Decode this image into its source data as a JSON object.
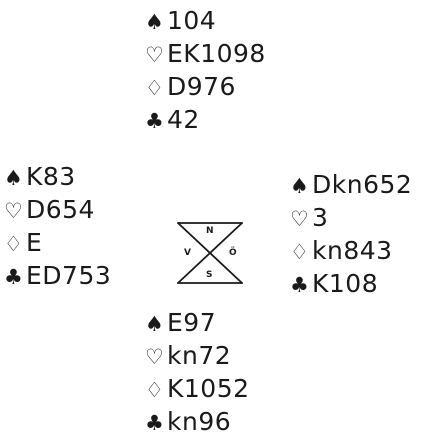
{
  "north": {
    "spades": "104",
    "hearts": "EK1098",
    "diamonds": "D976",
    "clubs": "42"
  },
  "west": {
    "spades": "K83",
    "hearts": "D654",
    "diamonds": "E",
    "clubs": "ED753"
  },
  "east": {
    "spades": "Dkn652",
    "hearts": "3",
    "diamonds": "kn843",
    "clubs": "K108"
  },
  "south": {
    "spades": "E97",
    "hearts": "kn72",
    "diamonds": "K1052",
    "clubs": "kn96"
  },
  "symbols": {
    "spades": "♠",
    "hearts": "♡",
    "diamonds": "♢",
    "clubs": "♣"
  },
  "compass": {
    "north": "N",
    "south": "S",
    "west": "V",
    "east": "Ö"
  }
}
